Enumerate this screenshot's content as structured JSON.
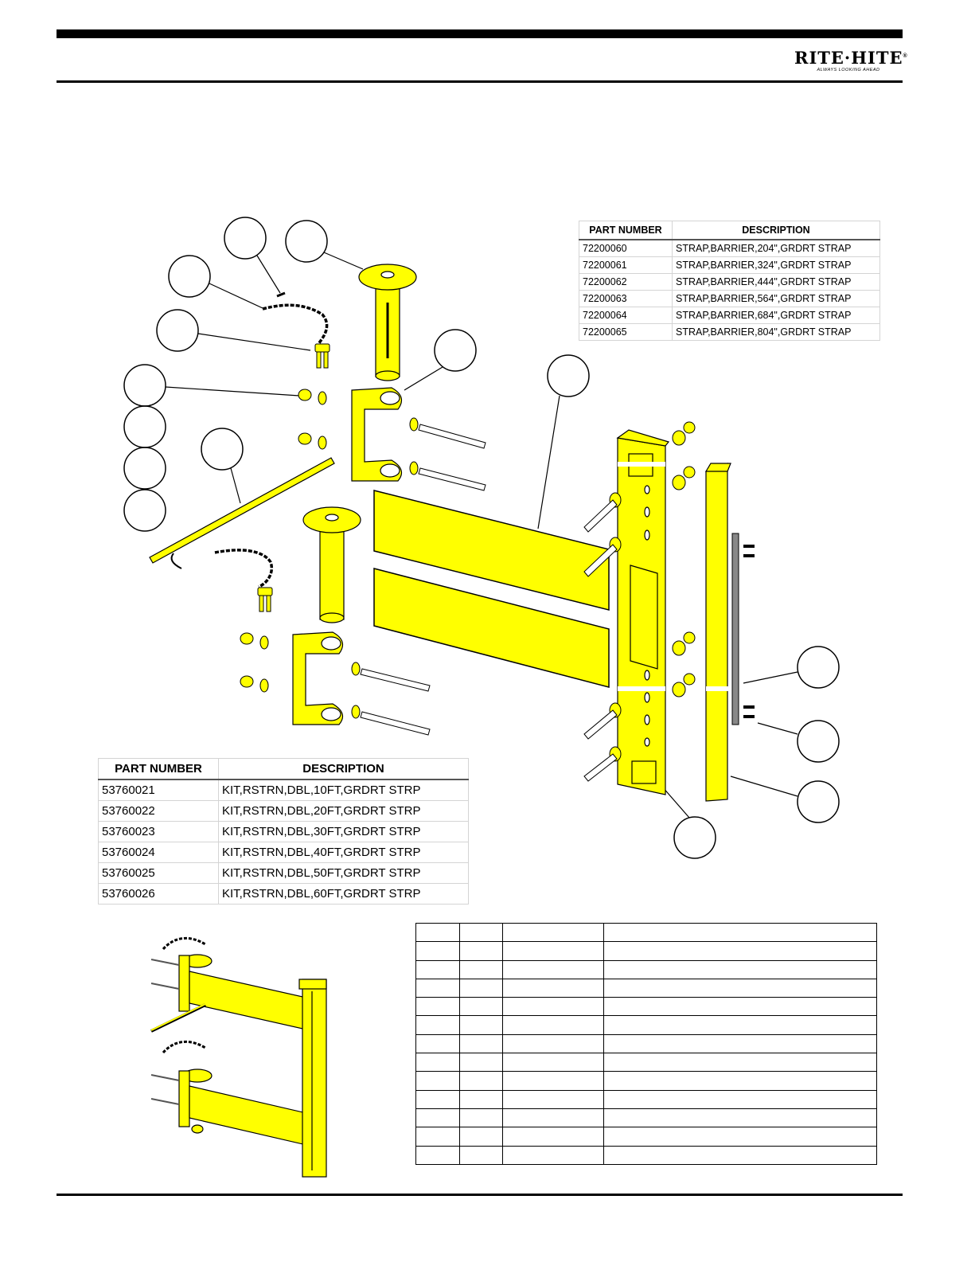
{
  "logo": {
    "name": "RITE·HITE",
    "tagline": "ALWAYS LOOKING AHEAD"
  },
  "strap_table": {
    "headers": [
      "PART NUMBER",
      "DESCRIPTION"
    ],
    "rows": [
      [
        "72200060",
        "STRAP,BARRIER,204\",GRDRT STRAP"
      ],
      [
        "72200061",
        "STRAP,BARRIER,324\",GRDRT STRAP"
      ],
      [
        "72200062",
        "STRAP,BARRIER,444\",GRDRT STRAP"
      ],
      [
        "72200063",
        "STRAP,BARRIER,564\",GRDRT STRAP"
      ],
      [
        "72200064",
        "STRAP,BARRIER,684\",GRDRT STRAP"
      ],
      [
        "72200065",
        "STRAP,BARRIER,804\",GRDRT STRAP"
      ]
    ]
  },
  "kit_table": {
    "headers": [
      "PART NUMBER",
      "DESCRIPTION"
    ],
    "rows": [
      [
        "53760021",
        "KIT,RSTRN,DBL,10FT,GRDRT STRP"
      ],
      [
        "53760022",
        "KIT,RSTRN,DBL,20FT,GRDRT STRP"
      ],
      [
        "53760023",
        "KIT,RSTRN,DBL,30FT,GRDRT STRP"
      ],
      [
        "53760024",
        "KIT,RSTRN,DBL,40FT,GRDRT STRP"
      ],
      [
        "53760025",
        "KIT,RSTRN,DBL,50FT,GRDRT STRP"
      ],
      [
        "53760026",
        "KIT,RSTRN,DBL,60FT,GRDRT STRP"
      ]
    ]
  },
  "parts_table": {
    "row_count": 13,
    "column_count": 4
  },
  "colors": {
    "part_yellow": "#ffff00",
    "outline": "#000000",
    "steel": "#888888"
  }
}
